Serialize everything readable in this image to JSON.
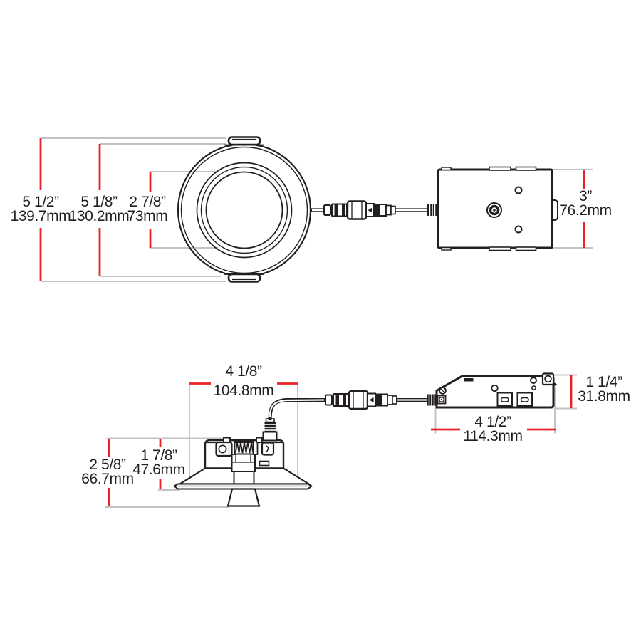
{
  "drawing": {
    "colors": {
      "dimension_line": "#ec2227",
      "extension_line": "#c3c3c3",
      "line_art": "#231f20"
    },
    "views": {
      "front": {
        "overall": {
          "in": "5 1/2”",
          "mm": "139.7mm"
        },
        "trim": {
          "in": "5 1/8”",
          "mm": "130.2mm"
        },
        "aperture": {
          "in": "2 7/8”",
          "mm": "73mm"
        },
        "jbox_depth": {
          "in": "3”",
          "mm": "76.2mm"
        }
      },
      "side": {
        "housing_width": {
          "in": "4 1/8”",
          "mm": "104.8mm"
        },
        "overall_height": {
          "in": "2 5/8”",
          "mm": "66.7mm"
        },
        "recess_depth": {
          "in": "1 7/8”",
          "mm": "47.6mm"
        },
        "jbox_width": {
          "in": "4 1/2”",
          "mm": "114.3mm"
        },
        "jbox_height": {
          "in": "1 1/4”",
          "mm": "31.8mm"
        }
      }
    }
  }
}
